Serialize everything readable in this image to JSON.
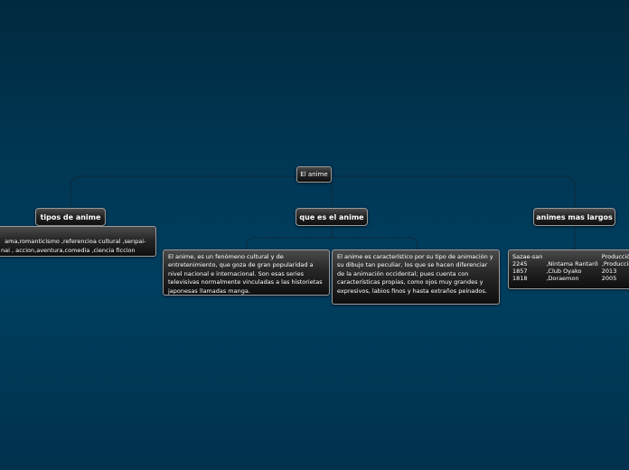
{
  "center": {
    "label": "El anime"
  },
  "branches": {
    "tipos": {
      "label": "tipos de anime",
      "detail": "ama,romanticismo ,referencioa cultural ,senpai-\nnai , accion,aventura,comedia ,ciencia ficcion\nerror,entro otros"
    },
    "que": {
      "label": "que es el anime",
      "definition": "El anime, es un fenómeno cultural y de entretenimiento, que goza de gran popularidad a nivel nacional e internacional.  Son esas series televisivas normalmente vinculadas a las historietas japonesas llamadas manga.",
      "characteristics": "El anime es característico por su tipo de animación y su dibujo tan peculiar, los que se hacen diferenciar de la animación occidental; pues cuenta con características propias, como ojos muy grandes y expresivos, labios finos y hasta extraños peinados."
    },
    "mas_largos": {
      "label": "animes mas largos",
      "table": [
        [
          "Sazae-san",
          "",
          "Producción",
          ""
        ],
        [
          "2245",
          ",Nintama Rantarō",
          ",Producción",
          ""
        ],
        [
          "1857",
          ",Club Oyako",
          "2013",
          ""
        ],
        [
          "1818",
          ",Doraemon",
          "2005",
          ""
        ]
      ]
    }
  },
  "colors": {
    "background": "#003653",
    "connector": "#1a1a1a",
    "node_fill": "#262626",
    "node_border": "#9a9a9a",
    "text": "#ffffff"
  }
}
